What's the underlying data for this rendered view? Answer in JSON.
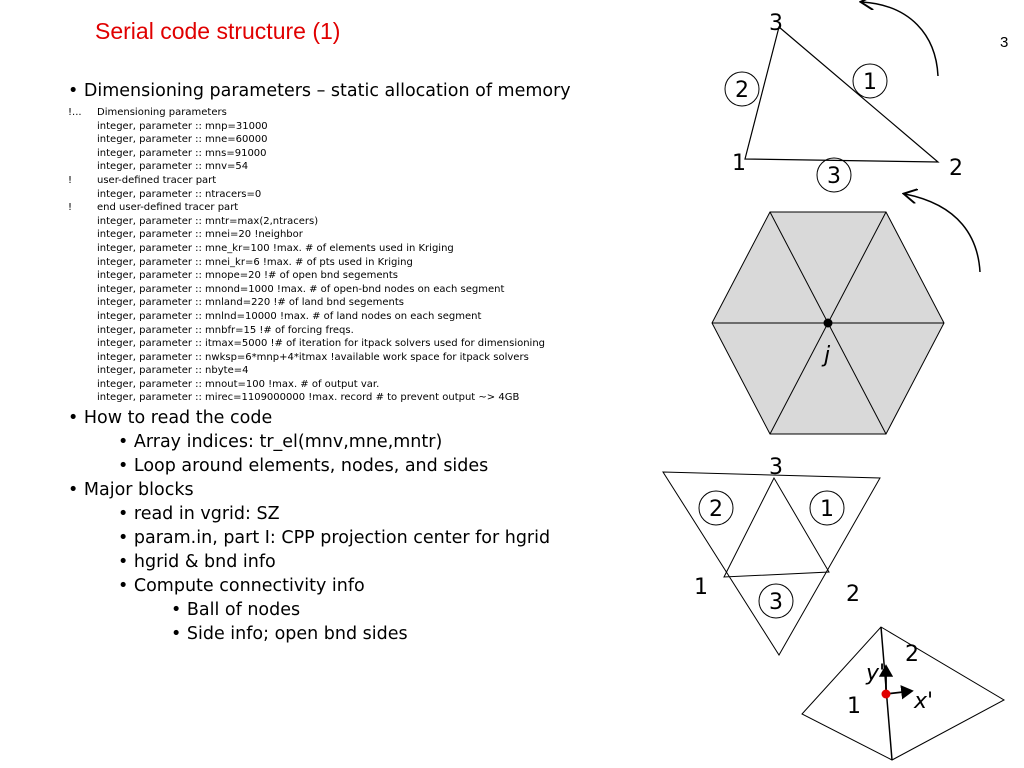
{
  "slide": {
    "title": "Serial code structure (1)",
    "page_number": "3"
  },
  "bullets": {
    "dim_params": "• Dimensioning parameters – static allocation of memory",
    "how_to_read": "• How to read the code",
    "array_indices": "• Array indices: tr_el(mnv,mne,mntr)",
    "loop_around": "• Loop around elements, nodes, and sides",
    "major_blocks": "• Major blocks",
    "read_vgrid": "• read in vgrid: SZ",
    "param_in": "• param.in, part I: CPP projection center for hgrid",
    "hgrid_bnd": "• hgrid & bnd info",
    "connectivity": "• Compute connectivity info",
    "ball_nodes": "• Ball of nodes",
    "side_info": "• Side info; open bnd sides"
  },
  "code_lines": [
    {
      "mark": "!...",
      "text": "Dimensioning parameters"
    },
    {
      "mark": "",
      "text": "integer, parameter :: mnp=31000"
    },
    {
      "mark": "",
      "text": "integer, parameter :: mne=60000"
    },
    {
      "mark": "",
      "text": "integer, parameter :: mns=91000"
    },
    {
      "mark": "",
      "text": "integer, parameter :: mnv=54"
    },
    {
      "mark": "!",
      "text": "user-defined tracer part"
    },
    {
      "mark": "",
      "text": "integer, parameter :: ntracers=0"
    },
    {
      "mark": "!",
      "text": "end user-defined tracer part"
    },
    {
      "mark": "",
      "text": "integer, parameter :: mntr=max(2,ntracers)"
    },
    {
      "mark": "",
      "text": "integer, parameter :: mnei=20 !neighbor"
    },
    {
      "mark": "",
      "text": "integer, parameter :: mne_kr=100 !max. # of elements used in Kriging"
    },
    {
      "mark": "",
      "text": "integer, parameter :: mnei_kr=6 !max. # of pts used in Kriging"
    },
    {
      "mark": "",
      "text": "integer, parameter :: mnope=20 !# of open bnd segements"
    },
    {
      "mark": "",
      "text": "integer, parameter :: mnond=1000 !max. # of open-bnd nodes on each segment"
    },
    {
      "mark": "",
      "text": "integer, parameter :: mnland=220 !# of land bnd segements"
    },
    {
      "mark": "",
      "text": "integer, parameter :: mnlnd=10000 !max. # of land nodes on each segment"
    },
    {
      "mark": "",
      "text": "integer, parameter :: mnbfr=15 !# of forcing freqs."
    },
    {
      "mark": "",
      "text": "integer, parameter :: itmax=5000 !# of iteration for itpack solvers used for dimensioning"
    },
    {
      "mark": "",
      "text": "integer, parameter :: nwksp=6*mnp+4*itmax !available work space for itpack solvers"
    },
    {
      "mark": "",
      "text": "integer, parameter :: nbyte=4"
    },
    {
      "mark": "",
      "text": "integer, parameter :: mnout=100 !max. # of output var."
    },
    {
      "mark": "",
      "text": "integer, parameter :: mirec=1109000000 !max. record # to prevent output ~> 4GB"
    }
  ],
  "diagram_labels": {
    "tri_node_3": "3",
    "tri_node_1": "1",
    "tri_node_2": "2",
    "tri_side_1": "1",
    "tri_side_2": "2",
    "tri_side_3": "3",
    "hex_center": "j",
    "sub_node_3": "3",
    "sub_node_1": "1",
    "sub_node_2": "2",
    "sub_side_1": "1",
    "sub_side_2": "2",
    "sub_side_3": "3",
    "local_node_2": "2",
    "local_node_1": "1",
    "local_axis_y": "y'",
    "local_axis_x": "x'"
  },
  "colors": {
    "title": "#e00000",
    "hex_fill": "#d9d9d9",
    "local_origin": "#e00000"
  }
}
